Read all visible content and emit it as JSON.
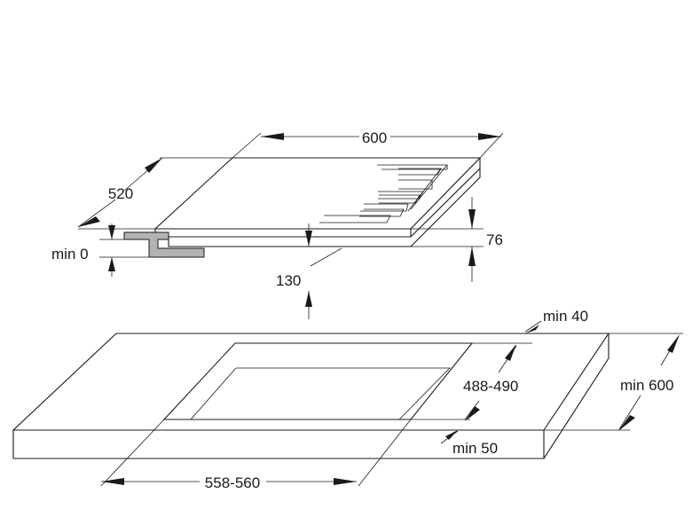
{
  "labels": {
    "hob_width": "600",
    "hob_depth": "520",
    "hob_height": "76",
    "clearance_below": "130",
    "min_front": "min 0",
    "min_back": "min 40",
    "cutout_depth": "488-490",
    "worktop_depth": "min 600",
    "min_side": "min 50",
    "cutout_width": "558-560"
  },
  "colors": {
    "line": "#1a1a1a",
    "bracket_fill": "#b3b3b3",
    "background": "#ffffff"
  }
}
